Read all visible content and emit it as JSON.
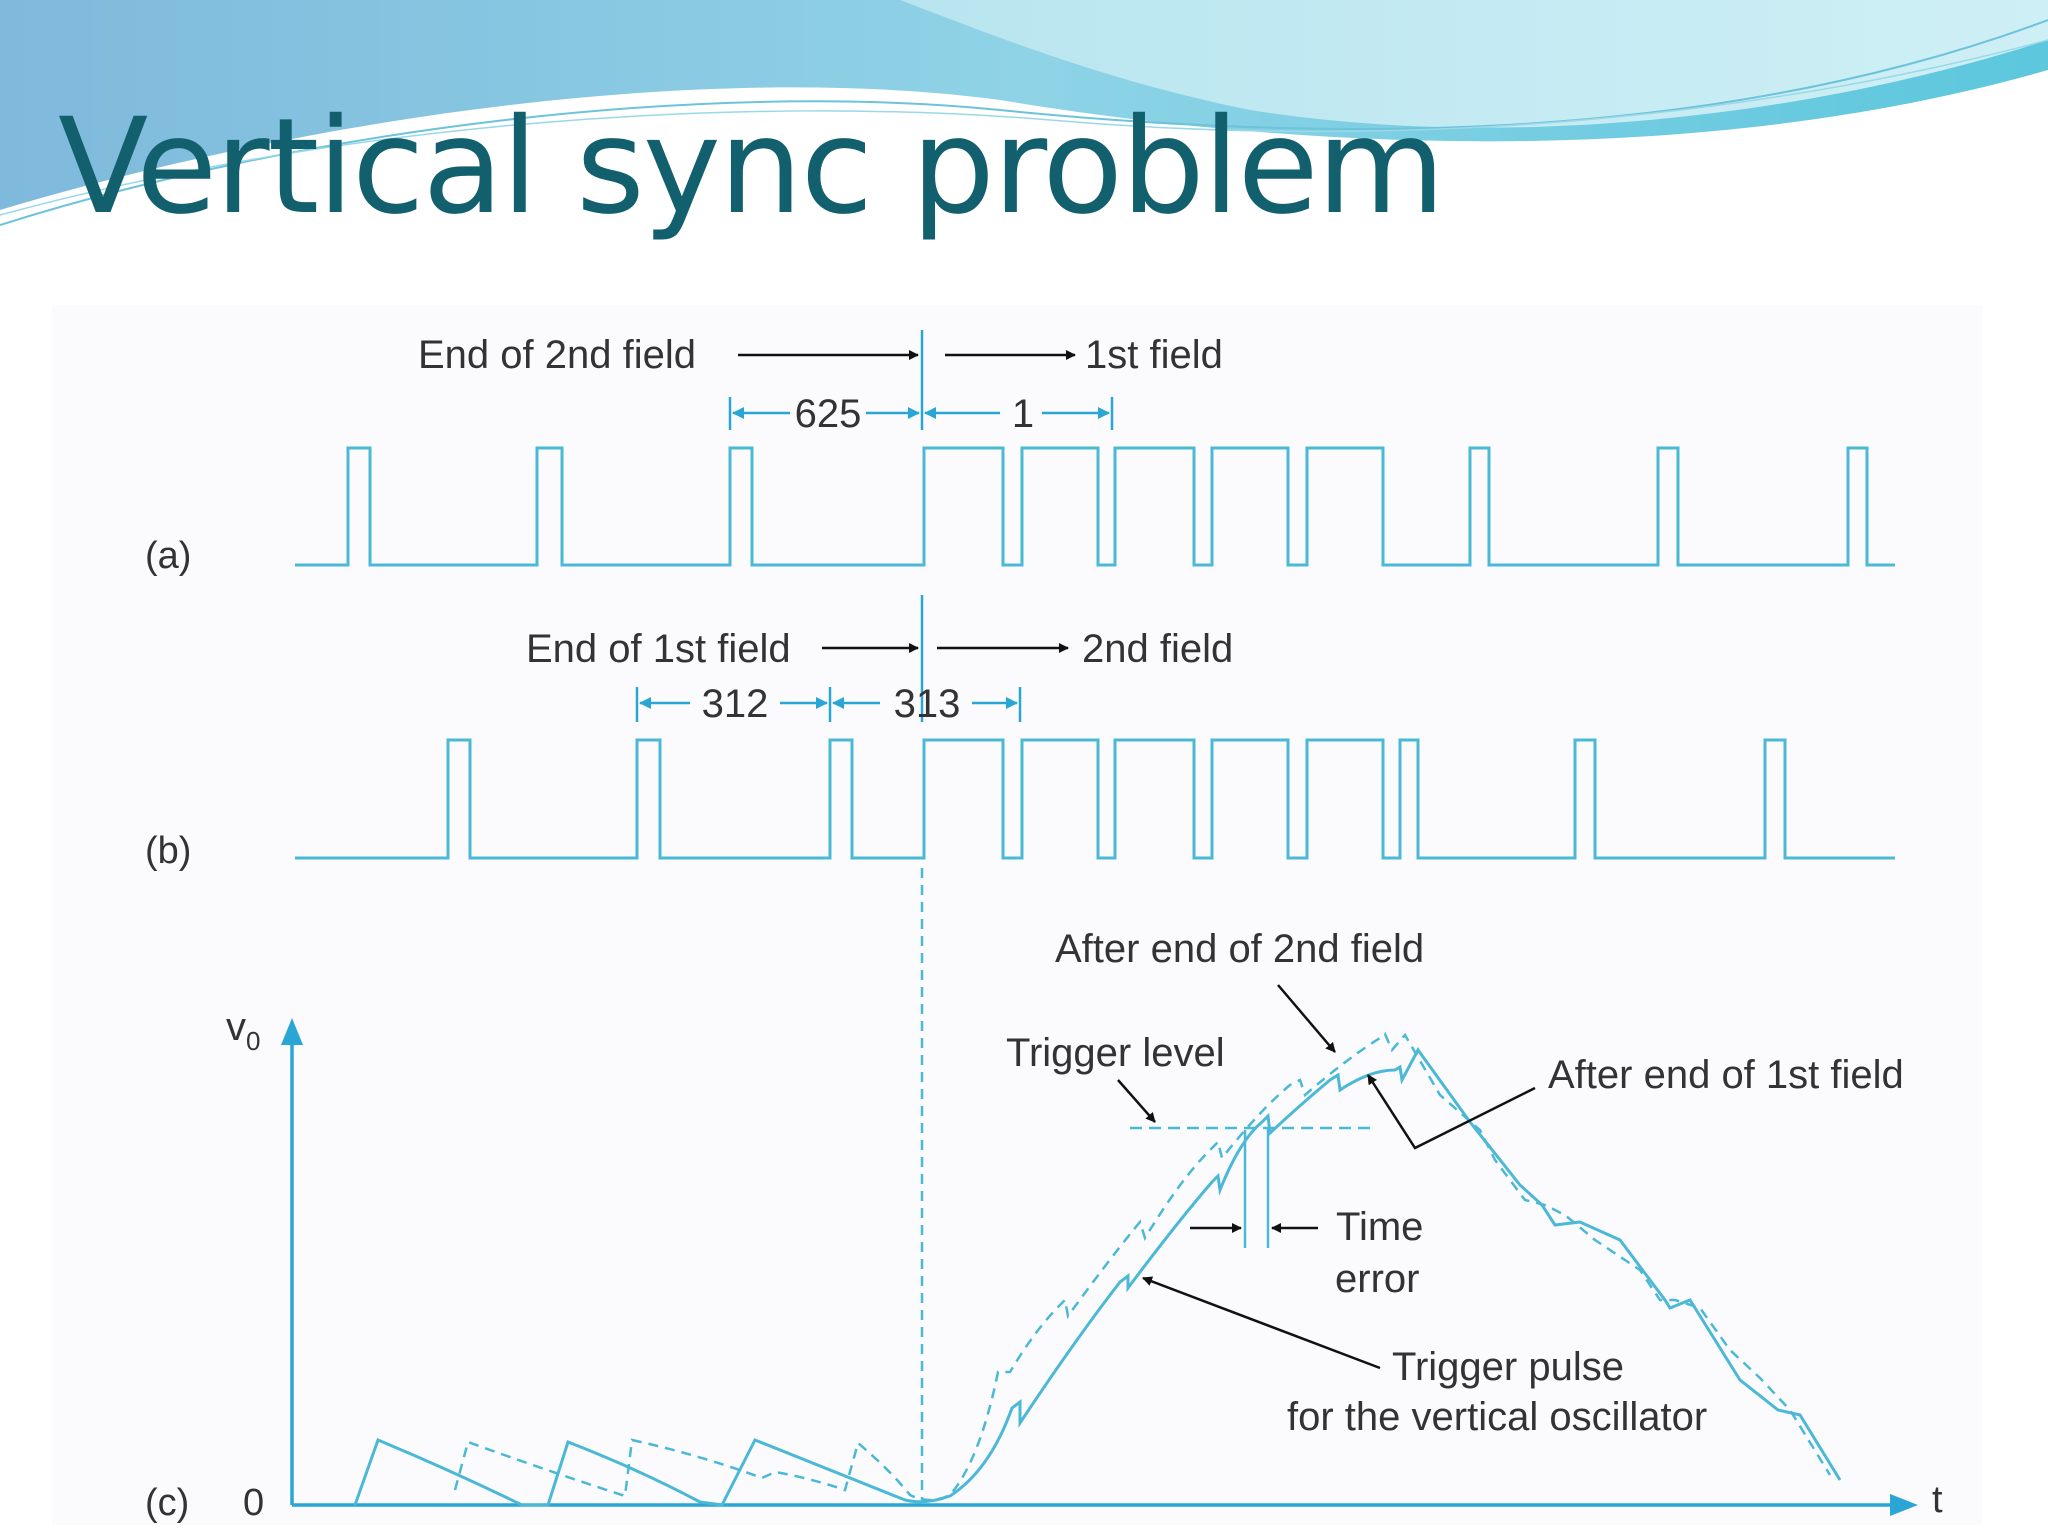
{
  "slide": {
    "title": "Vertical sync problem"
  },
  "diagram": {
    "panel_a": {
      "label": "(a)",
      "end_label": "End of 2nd field",
      "start_label": "1st field",
      "count_before": "625",
      "count_after": "1"
    },
    "panel_b": {
      "label": "(b)",
      "end_label": "End of 1st field",
      "start_label": "2nd field",
      "count_before": "312",
      "count_after": "313"
    },
    "panel_c": {
      "label": "(c)",
      "y_axis": "v",
      "y_axis_sub": "0",
      "origin": "0",
      "x_axis": "t",
      "annotations": {
        "after_end_2nd": "After end of 2nd field",
        "trigger_level": "Trigger level",
        "after_end_1st": "After end of 1st field",
        "time_error_line1": "Time",
        "time_error_line2": "error",
        "trigger_pulse_line1": "Trigger pulse",
        "trigger_pulse_line2": "for the vertical oscillator"
      }
    },
    "colors": {
      "signal": "#4bb8d6",
      "arrow": "#2aa6d4",
      "title": "#12606e"
    }
  }
}
